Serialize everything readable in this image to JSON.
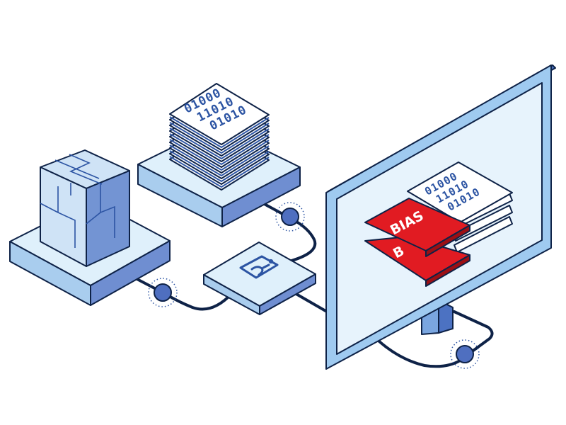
{
  "document_stack": {
    "binary_lines": [
      "01000",
      "11010",
      "01010"
    ]
  },
  "monitor": {
    "binary_lines": [
      "01000",
      "11010",
      "01010"
    ],
    "label_front": "BIAS",
    "label_back": "B"
  },
  "colors": {
    "outline": "#0e2247",
    "top_face": "#dff0fb",
    "side_light": "#a9cdee",
    "side_dark": "#6f8ed1",
    "bias_red": "#e11b22",
    "screen": "#e7f3fc",
    "frame": "#9fcaf0"
  },
  "icons": {
    "cube": "cube-puzzle-icon",
    "ai_chip": "ai-chip-icon",
    "database": "data-stack-icon",
    "monitor": "monitor-icon"
  }
}
